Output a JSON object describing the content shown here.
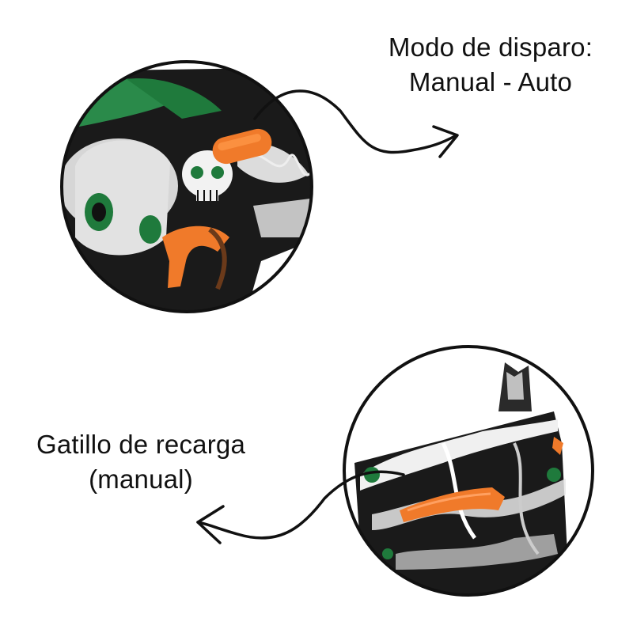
{
  "callouts": {
    "fire_mode": {
      "line1": "Modo de disparo:",
      "line2": "Manual - Auto"
    },
    "reload_trigger": {
      "line1": "Gatillo de recarga",
      "line2": "(manual)"
    }
  },
  "colors": {
    "orange": "#f07a2a",
    "green": "#1f7a3c",
    "black": "#111111",
    "white": "#ffffff",
    "gray": "#c8c8c8"
  }
}
